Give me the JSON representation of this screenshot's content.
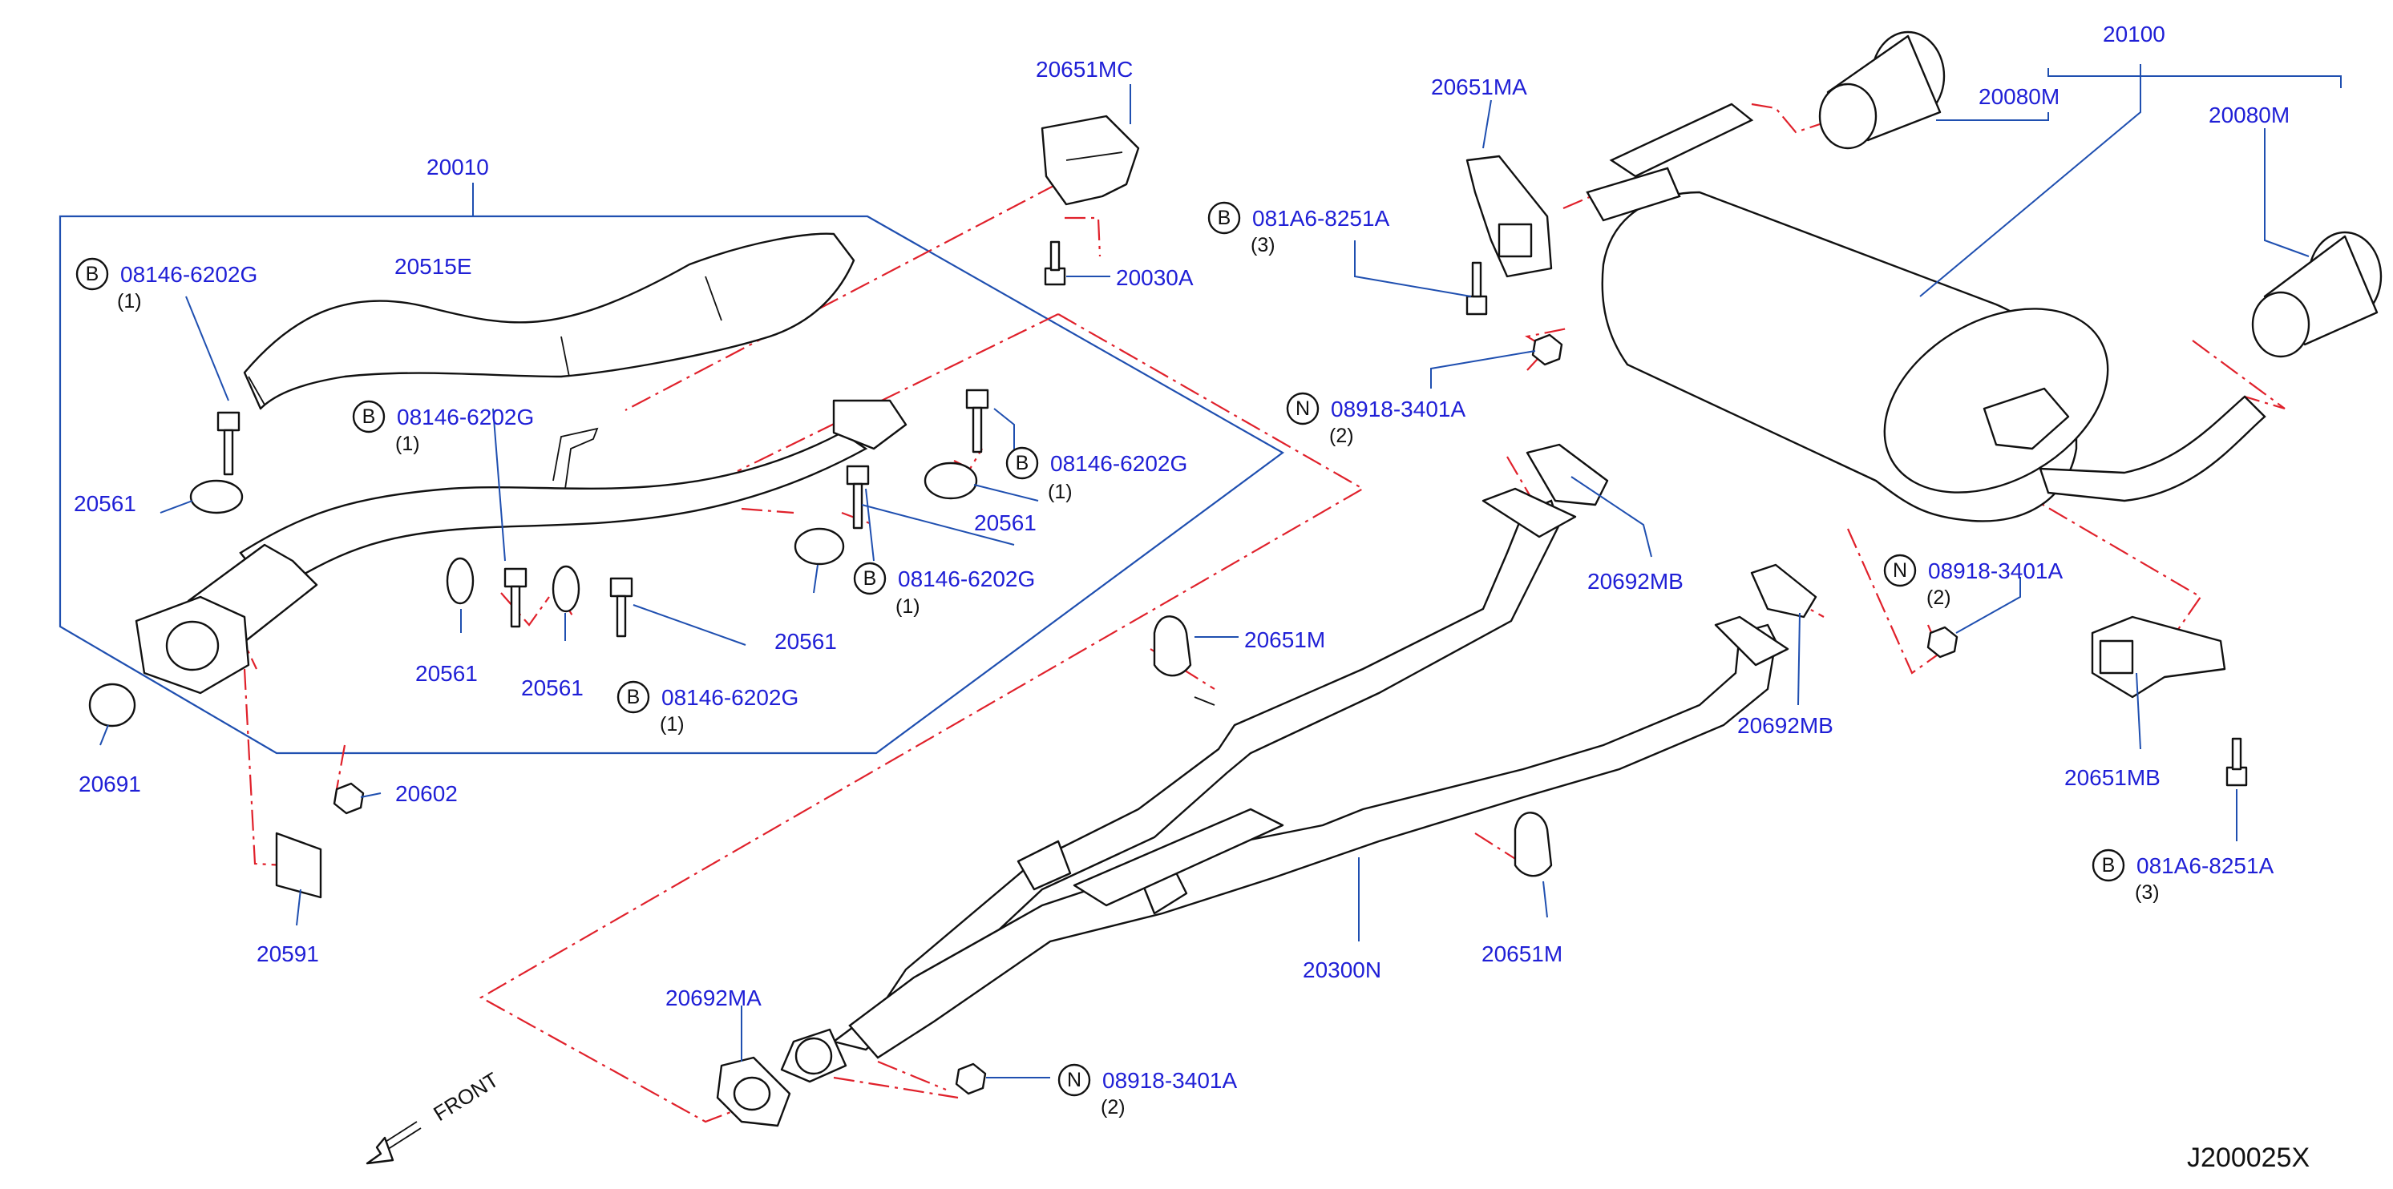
{
  "diagram": {
    "drawing_code": "J200025X",
    "front_label": "FRONT",
    "callouts": [
      {
        "id": "c-20010",
        "part": "20010"
      },
      {
        "id": "c-20515e",
        "part": "20515E"
      },
      {
        "id": "c-20651mc",
        "part": "20651MC"
      },
      {
        "id": "c-20030a",
        "part": "20030A"
      },
      {
        "id": "c-20651ma",
        "part": "20651MA"
      },
      {
        "id": "c-20100",
        "part": "20100"
      },
      {
        "id": "c-20080m-a",
        "part": "20080M"
      },
      {
        "id": "c-20080m-b",
        "part": "20080M"
      },
      {
        "id": "c-20561-a",
        "part": "20561"
      },
      {
        "id": "c-20561-b",
        "part": "20561"
      },
      {
        "id": "c-20561-c",
        "part": "20561"
      },
      {
        "id": "c-20561-d",
        "part": "20561"
      },
      {
        "id": "c-20561-e",
        "part": "20561"
      },
      {
        "id": "c-20691",
        "part": "20691"
      },
      {
        "id": "c-20602",
        "part": "20602"
      },
      {
        "id": "c-20591",
        "part": "20591"
      },
      {
        "id": "c-20692mb-a",
        "part": "20692MB"
      },
      {
        "id": "c-20692mb-b",
        "part": "20692MB"
      },
      {
        "id": "c-20651m-a",
        "part": "20651M"
      },
      {
        "id": "c-20651m-b",
        "part": "20651M"
      },
      {
        "id": "c-20300n",
        "part": "20300N"
      },
      {
        "id": "c-20692ma",
        "part": "20692MA"
      },
      {
        "id": "c-20651mb",
        "part": "20651MB"
      }
    ],
    "fasteners": [
      {
        "id": "f-1",
        "badge": "B",
        "part": "08146-6202G",
        "qty": "(1)"
      },
      {
        "id": "f-2",
        "badge": "B",
        "part": "08146-6202G",
        "qty": "(1)"
      },
      {
        "id": "f-3",
        "badge": "B",
        "part": "08146-6202G",
        "qty": "(1)"
      },
      {
        "id": "f-4",
        "badge": "B",
        "part": "08146-6202G",
        "qty": "(1)"
      },
      {
        "id": "f-5",
        "badge": "B",
        "part": "08146-6202G",
        "qty": "(1)"
      },
      {
        "id": "f-6",
        "badge": "B",
        "part": "081A6-8251A",
        "qty": "(3)"
      },
      {
        "id": "f-7",
        "badge": "B",
        "part": "081A6-8251A",
        "qty": "(3)"
      },
      {
        "id": "f-8",
        "badge": "N",
        "part": "08918-3401A",
        "qty": "(2)"
      },
      {
        "id": "f-9",
        "badge": "N",
        "part": "08918-3401A",
        "qty": "(2)"
      },
      {
        "id": "f-10",
        "badge": "N",
        "part": "08918-3401A",
        "qty": "(2)"
      }
    ]
  }
}
